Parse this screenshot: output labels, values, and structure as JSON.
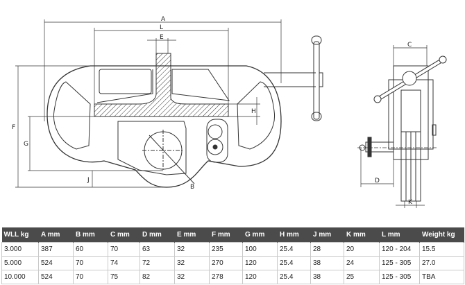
{
  "drawing": {
    "dimension_labels": {
      "A": "A",
      "L": "L",
      "E": "E",
      "F": "F",
      "G": "G",
      "H": "H",
      "J": "J",
      "B": "B",
      "C": "C",
      "D": "D",
      "K": "K"
    }
  },
  "table": {
    "headers": [
      "WLL kg",
      "A mm",
      "B mm",
      "C mm",
      "D mm",
      "E mm",
      "F mm",
      "G mm",
      "H mm",
      "J mm",
      "K mm",
      "L mm",
      "Weight kg"
    ],
    "rows": [
      [
        "3.000",
        "387",
        "60",
        "70",
        "63",
        "32",
        "235",
        "100",
        "25.4",
        "28",
        "20",
        "120 - 204",
        "15.5"
      ],
      [
        "5.000",
        "524",
        "70",
        "74",
        "72",
        "32",
        "270",
        "120",
        "25.4",
        "38",
        "24",
        "125 - 305",
        "27.0"
      ],
      [
        "10.000",
        "524",
        "70",
        "75",
        "82",
        "32",
        "278",
        "120",
        "25.4",
        "38",
        "25",
        "125 - 305",
        "TBA"
      ]
    ]
  }
}
